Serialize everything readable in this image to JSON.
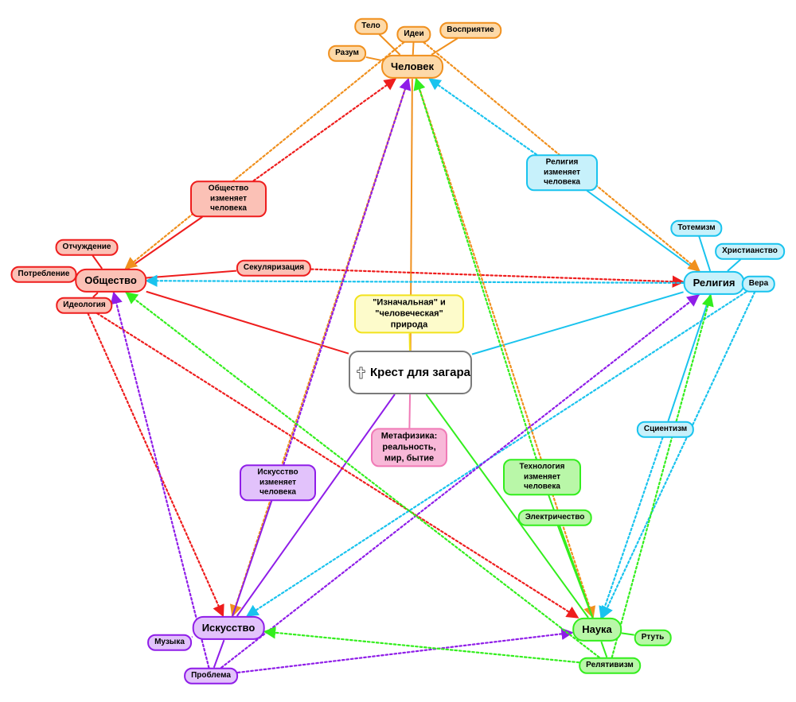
{
  "title": "Крест для загара",
  "colors": {
    "orange": {
      "stroke": "#f0901e",
      "fill": "#fdd9a8"
    },
    "red": {
      "stroke": "#ee1d1d",
      "fill": "#fbc1b6"
    },
    "cyan": {
      "stroke": "#19c3ee",
      "fill": "#c7f1fb"
    },
    "purple": {
      "stroke": "#8f1de8",
      "fill": "#e2c2fb"
    },
    "green": {
      "stroke": "#33ee1d",
      "fill": "#b9f7a8"
    },
    "yellow": {
      "stroke": "#f2e21c",
      "fill": "#fdfbcb"
    },
    "pink": {
      "stroke": "#f07ab6",
      "fill": "#f8b8d8"
    },
    "gray": {
      "stroke": "#7a7a7a",
      "fill": "#ffffff"
    }
  },
  "nodes": {
    "chelovek": {
      "label": "Человек",
      "color": "orange"
    },
    "telo": {
      "label": "Тело",
      "color": "orange"
    },
    "idei": {
      "label": "Идеи",
      "color": "orange"
    },
    "vospriyatie": {
      "label": "Восприятие",
      "color": "orange"
    },
    "razum": {
      "label": "Разум",
      "color": "orange"
    },
    "obshchestvo": {
      "label": "Общество",
      "color": "red"
    },
    "otchuzhdenie": {
      "label": "Отчуждение",
      "color": "red"
    },
    "potreblenie": {
      "label": "Потребление",
      "color": "red"
    },
    "ideologiya": {
      "label": "Идеология",
      "color": "red"
    },
    "sekulyarizatsiya": {
      "label": "Секуляризация",
      "color": "red"
    },
    "obsh_izm": {
      "label": "Общество изменяет человека",
      "color": "red"
    },
    "religiya": {
      "label": "Религия",
      "color": "cyan"
    },
    "totemizm": {
      "label": "Тотемизм",
      "color": "cyan"
    },
    "khristianstvo": {
      "label": "Христианство",
      "color": "cyan"
    },
    "vera": {
      "label": "Вера",
      "color": "cyan"
    },
    "rel_izm": {
      "label": "Религия изменяет человека",
      "color": "cyan"
    },
    "stsientizm": {
      "label": "Сциентизм",
      "color": "cyan"
    },
    "iskusstvo": {
      "label": "Искусство",
      "color": "purple"
    },
    "muzyka": {
      "label": "Музыка",
      "color": "purple"
    },
    "problema": {
      "label": "Проблема",
      "color": "purple"
    },
    "isk_izm": {
      "label": "Искусство изменяет человека",
      "color": "purple"
    },
    "nauka": {
      "label": "Наука",
      "color": "green"
    },
    "rtut": {
      "label": "Ртуть",
      "color": "green"
    },
    "relyativizm": {
      "label": "Релятивизм",
      "color": "green"
    },
    "elektrichestvo": {
      "label": "Электричество",
      "color": "green"
    },
    "tekh_izm": {
      "label": "Технология изменяет человека",
      "color": "green"
    },
    "priroda": {
      "label": "\"Изначальная\" и \"человеческая\" природа",
      "color": "yellow"
    },
    "metafizika": {
      "label": "Метафизика: реальность, мир, бытие",
      "color": "pink"
    }
  },
  "edges": [
    {
      "from": "center",
      "to": "chelovek",
      "color": "orange",
      "style": "solid",
      "arrow": false
    },
    {
      "from": "center",
      "to": "obshchestvo",
      "color": "red",
      "style": "solid",
      "arrow": false
    },
    {
      "from": "center",
      "to": "religiya",
      "color": "cyan",
      "style": "solid",
      "arrow": false
    },
    {
      "from": "center",
      "to": "iskusstvo",
      "color": "purple",
      "style": "solid",
      "arrow": false
    },
    {
      "from": "center",
      "to": "nauka",
      "color": "green",
      "style": "solid",
      "arrow": false
    },
    {
      "from": "center",
      "to": "metafizika",
      "color": "pink",
      "style": "solid",
      "arrow": false
    },
    {
      "from": "chelovek",
      "to": "telo",
      "color": "orange",
      "style": "solid",
      "arrow": false
    },
    {
      "from": "chelovek",
      "to": "idei",
      "color": "orange",
      "style": "solid",
      "arrow": false
    },
    {
      "from": "chelovek",
      "to": "vospriyatie",
      "color": "orange",
      "style": "solid",
      "arrow": false
    },
    {
      "from": "chelovek",
      "to": "razum",
      "color": "orange",
      "style": "solid",
      "arrow": false
    },
    {
      "from": "obshchestvo",
      "to": "otchuzhdenie",
      "color": "red",
      "style": "solid",
      "arrow": false
    },
    {
      "from": "obshchestvo",
      "to": "potreblenie",
      "color": "red",
      "style": "solid",
      "arrow": false
    },
    {
      "from": "obshchestvo",
      "to": "ideologiya",
      "color": "red",
      "style": "solid",
      "arrow": false
    },
    {
      "from": "obshchestvo",
      "to": "sekulyarizatsiya",
      "color": "red",
      "style": "solid",
      "arrow": false
    },
    {
      "from": "obshchestvo",
      "to": "obsh_izm",
      "color": "red",
      "style": "solid",
      "arrow": false
    },
    {
      "from": "obsh_izm",
      "to": "chelovek",
      "color": "red",
      "style": "dotted",
      "arrow": true
    },
    {
      "from": "sekulyarizatsiya",
      "to": "religiya",
      "color": "red",
      "style": "dotted",
      "arrow": true
    },
    {
      "from": "ideologiya",
      "to": "iskusstvo",
      "color": "red",
      "style": "dotted",
      "arrow": true
    },
    {
      "from": "ideologiya",
      "to": "nauka",
      "color": "red",
      "style": "dotted",
      "arrow": true
    },
    {
      "from": "religiya",
      "to": "totemizm",
      "color": "cyan",
      "style": "solid",
      "arrow": false
    },
    {
      "from": "religiya",
      "to": "khristianstvo",
      "color": "cyan",
      "style": "solid",
      "arrow": false
    },
    {
      "from": "religiya",
      "to": "vera",
      "color": "cyan",
      "style": "solid",
      "arrow": false
    },
    {
      "from": "religiya",
      "to": "rel_izm",
      "color": "cyan",
      "style": "solid",
      "arrow": false
    },
    {
      "from": "religiya",
      "to": "stsientizm",
      "color": "cyan",
      "style": "solid",
      "arrow": false
    },
    {
      "from": "rel_izm",
      "to": "chelovek",
      "color": "cyan",
      "style": "dotted",
      "arrow": true
    },
    {
      "from": "religiya",
      "to": "obshchestvo",
      "color": "cyan",
      "style": "dotted",
      "arrow": true
    },
    {
      "from": "vera",
      "to": "iskusstvo",
      "color": "cyan",
      "style": "dotted",
      "arrow": true
    },
    {
      "from": "vera",
      "to": "nauka",
      "color": "cyan",
      "style": "dotted",
      "arrow": true
    },
    {
      "from": "stsientizm",
      "to": "nauka",
      "color": "cyan",
      "style": "dotted",
      "arrow": true
    },
    {
      "from": "idei",
      "to": "obshchestvo",
      "color": "orange",
      "style": "dotted",
      "arrow": true
    },
    {
      "from": "idei",
      "to": "religiya",
      "color": "orange",
      "style": "dotted",
      "arrow": true
    },
    {
      "from": "chelovek",
      "to": "iskusstvo",
      "color": "orange",
      "style": "dotted",
      "arrow": true
    },
    {
      "from": "chelovek",
      "to": "nauka",
      "color": "orange",
      "style": "dotted",
      "arrow": true
    },
    {
      "from": "iskusstvo",
      "to": "muzyka",
      "color": "purple",
      "style": "solid",
      "arrow": false
    },
    {
      "from": "iskusstvo",
      "to": "problema",
      "color": "purple",
      "style": "solid",
      "arrow": false
    },
    {
      "from": "iskusstvo",
      "to": "isk_izm",
      "color": "purple",
      "style": "solid",
      "arrow": false
    },
    {
      "from": "isk_izm",
      "to": "chelovek",
      "color": "purple",
      "style": "dotted",
      "arrow": true
    },
    {
      "from": "problema",
      "to": "obshchestvo",
      "color": "purple",
      "style": "dotted",
      "arrow": true
    },
    {
      "from": "problema",
      "to": "religiya",
      "color": "purple",
      "style": "dotted",
      "arrow": true
    },
    {
      "from": "problema",
      "to": "nauka",
      "color": "purple",
      "style": "dotted",
      "arrow": true
    },
    {
      "from": "nauka",
      "to": "rtut",
      "color": "green",
      "style": "solid",
      "arrow": false
    },
    {
      "from": "nauka",
      "to": "relyativizm",
      "color": "green",
      "style": "solid",
      "arrow": false
    },
    {
      "from": "nauka",
      "to": "elektrichestvo",
      "color": "green",
      "style": "solid",
      "arrow": false
    },
    {
      "from": "nauka",
      "to": "tekh_izm",
      "color": "green",
      "style": "solid",
      "arrow": false
    },
    {
      "from": "tekh_izm",
      "to": "chelovek",
      "color": "green",
      "style": "dotted",
      "arrow": true
    },
    {
      "from": "relyativizm",
      "to": "iskusstvo",
      "color": "green",
      "style": "dotted",
      "arrow": true
    },
    {
      "from": "relyativizm",
      "to": "obshchestvo",
      "color": "green",
      "style": "dotted",
      "arrow": true
    },
    {
      "from": "relyativizm",
      "to": "religiya",
      "color": "green",
      "style": "dotted",
      "arrow": true
    },
    {
      "from": "center",
      "to": "priroda",
      "color": "yellow",
      "style": "solid",
      "arrow": false
    }
  ]
}
